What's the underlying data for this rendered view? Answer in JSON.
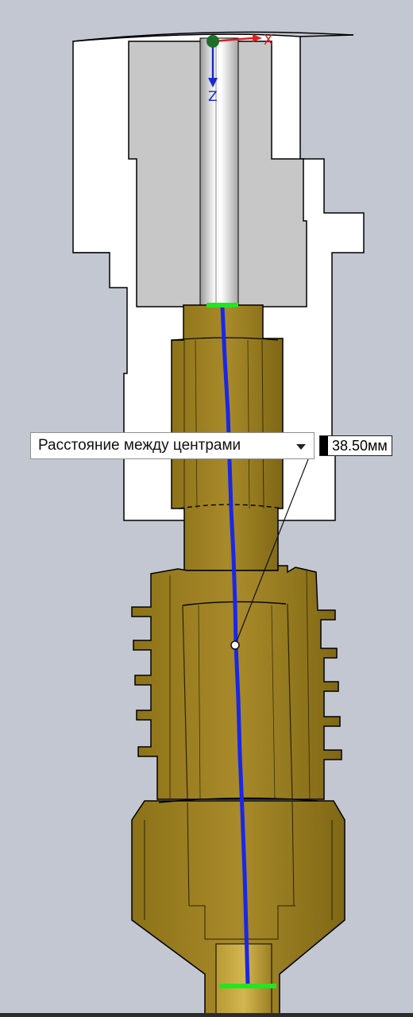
{
  "measurement": {
    "type_label": "Расстояние между центрами",
    "value": "38.50мм"
  },
  "triad": {
    "x_label": "X",
    "z_label": "Z"
  },
  "colors": {
    "background": "#c3c7d1",
    "heatbreak": "#9e8224",
    "block": "#ffffff",
    "insert": "#c8c8c8",
    "measure_line": "#1a27e6",
    "endpoint_highlight": "#22e622",
    "axis_x": "#e02020",
    "axis_z": "#1a2ad0",
    "origin": "#1f6e2a"
  },
  "icons": {
    "dropdown": "chevron-down-icon",
    "triad": "coordinate-triad-icon"
  }
}
